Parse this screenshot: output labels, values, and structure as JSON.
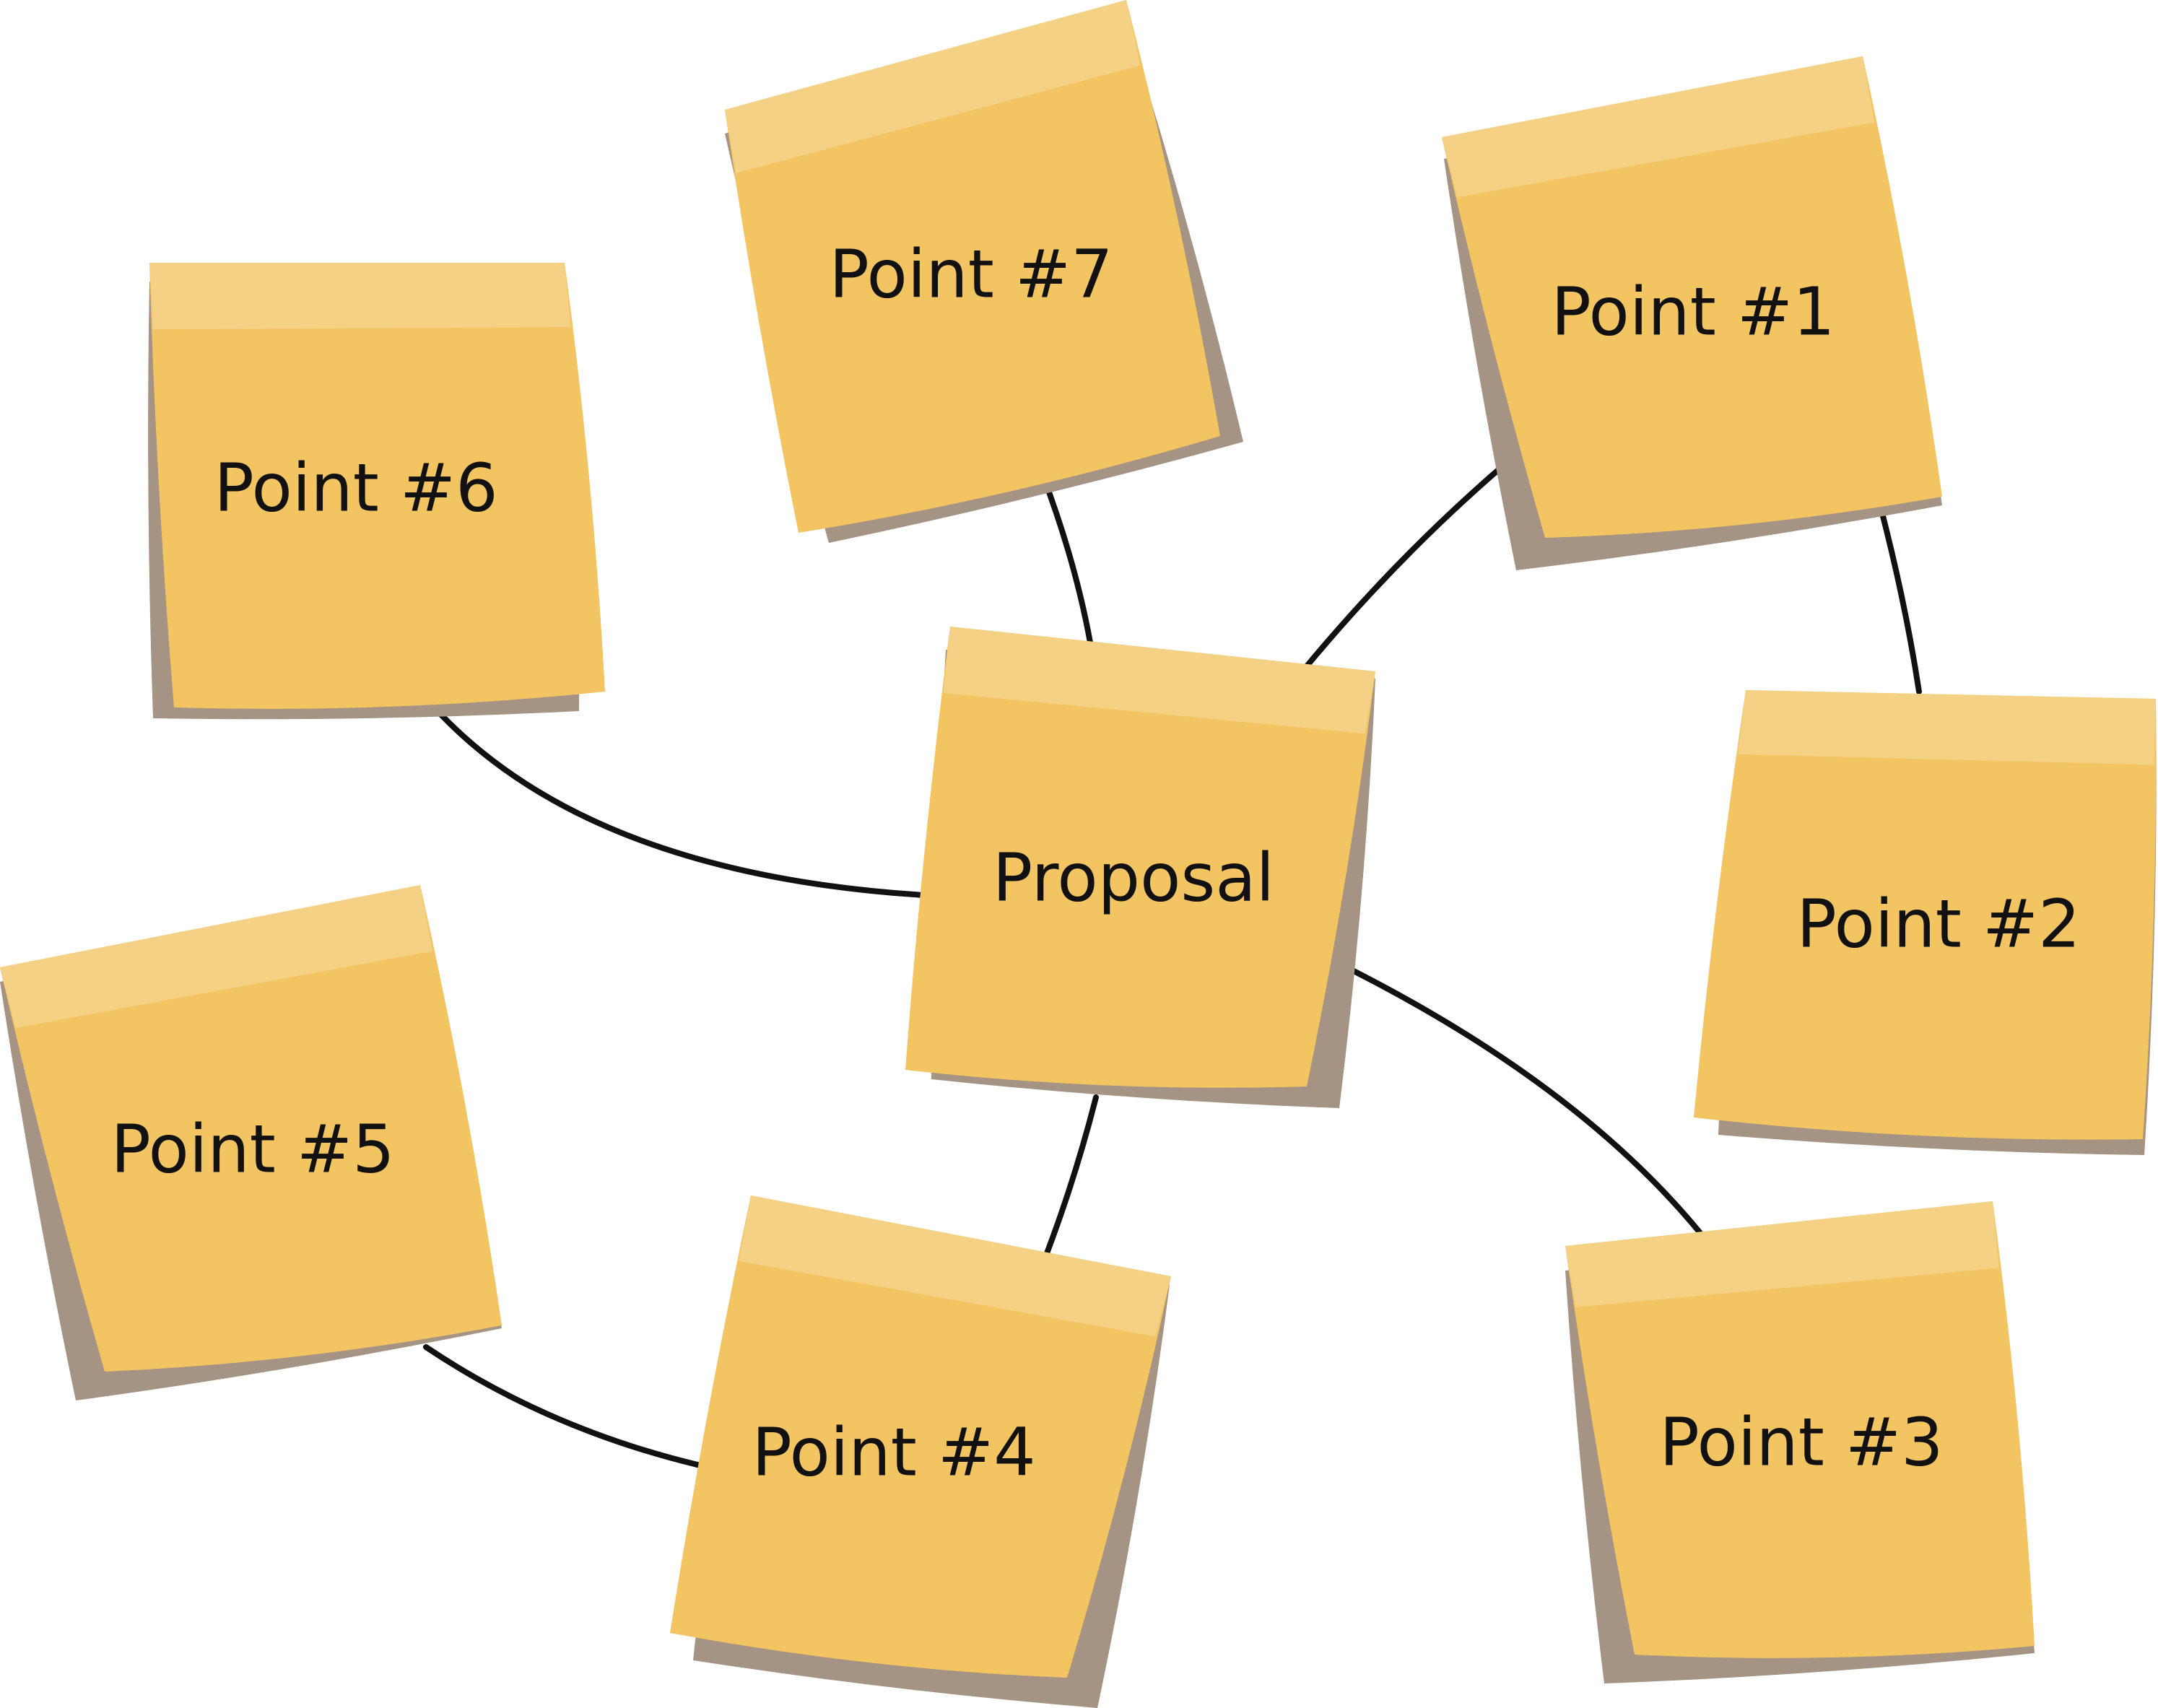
{
  "diagram": {
    "background": "#ffffff",
    "colors": {
      "note_fill": "#f2c462",
      "note_band": "#f4d185",
      "note_shadow": "#a59383",
      "connector": "#111111"
    },
    "center": {
      "id": "proposal",
      "label": "Proposal"
    },
    "points": [
      {
        "id": "point-1",
        "label": "Point #1"
      },
      {
        "id": "point-2",
        "label": "Point #2"
      },
      {
        "id": "point-3",
        "label": "Point #3"
      },
      {
        "id": "point-4",
        "label": "Point #4"
      },
      {
        "id": "point-5",
        "label": "Point #5"
      },
      {
        "id": "point-6",
        "label": "Point #6"
      },
      {
        "id": "point-7",
        "label": "Point #7"
      }
    ],
    "edges": [
      [
        "proposal",
        "point-1"
      ],
      [
        "point-1",
        "point-2"
      ],
      [
        "proposal",
        "point-3"
      ],
      [
        "proposal",
        "point-4"
      ],
      [
        "point-4",
        "point-5"
      ],
      [
        "proposal",
        "point-6"
      ],
      [
        "proposal",
        "point-7"
      ]
    ]
  }
}
